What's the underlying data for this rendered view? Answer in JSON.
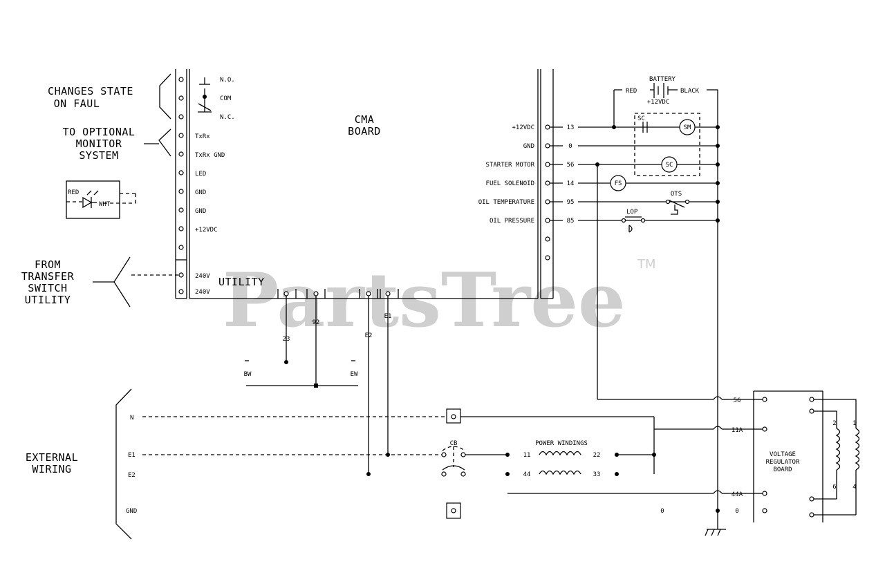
{
  "watermark": {
    "text": "PartsTree",
    "trademark": "TM"
  },
  "left_labels": {
    "changes_state": [
      "CHANGES STATE",
      "ON FAUL"
    ],
    "optional_monitor": [
      "TO OPTIONAL",
      "MONITOR",
      "SYSTEM"
    ],
    "from_transfer": [
      "FROM",
      "TRANSFER",
      "SWITCH",
      "UTILITY"
    ],
    "external_wiring": [
      "EXTERNAL",
      "WIRING"
    ]
  },
  "led_box": {
    "red": "RED",
    "wht": "WHT"
  },
  "left_terminals": [
    "N.O.",
    "COM",
    "N.C.",
    "TxRx",
    "TxRx GND",
    "LED",
    "GND",
    "GND",
    "+12VDC",
    "",
    "240V",
    "240V"
  ],
  "board": {
    "title": [
      "CMA",
      "BOARD"
    ],
    "utility": "UTILITY"
  },
  "right_terminals": [
    {
      "label": "+12VDC",
      "wire": "13"
    },
    {
      "label": "GND",
      "wire": "0"
    },
    {
      "label": "STARTER MOTOR",
      "wire": "56"
    },
    {
      "label": "FUEL SOLENOID",
      "wire": "14"
    },
    {
      "label": "OIL TEMPERATURE",
      "wire": "95"
    },
    {
      "label": "OIL PRESSURE",
      "wire": "85"
    }
  ],
  "battery": {
    "title": "BATTERY",
    "red": "RED",
    "black": "BLACK",
    "voltage": "+12VDC"
  },
  "components": {
    "sc": "SC",
    "sm": "SM",
    "fs": "FS",
    "ots": "OTS",
    "lop": "LOP"
  },
  "bottom_wires": {
    "w23": "23",
    "w92": "92",
    "e2": "E2",
    "e1": "E1",
    "bw": "BW",
    "ew": "EW"
  },
  "external_lines": [
    "N",
    "E1",
    "E2",
    "GND"
  ],
  "cb": "CB",
  "power_windings": {
    "title": "POWER WINDINGS",
    "n11": "11",
    "n22": "22",
    "n44": "44",
    "n33": "33"
  },
  "gnd_zero": "0",
  "regulator": {
    "title": [
      "VOLTAGE",
      "REGULATOR",
      "BOARD"
    ],
    "wires": [
      "56",
      "11A",
      "44A",
      "0"
    ],
    "coil_left_top": "2",
    "coil_left_bottom": "6",
    "coil_right_top": "1",
    "coil_right_bottom": "4"
  }
}
